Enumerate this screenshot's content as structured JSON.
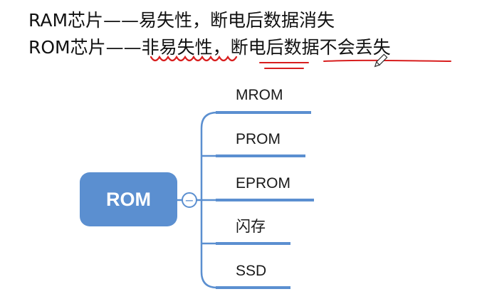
{
  "header": {
    "line1": "RAM芯片——易失性，断电后数据消失",
    "line2": "ROM芯片——非易失性，断电后数据不会丢失"
  },
  "mindmap": {
    "root": "ROM",
    "collapse_symbol": "−",
    "branches": [
      {
        "label": "MROM"
      },
      {
        "label": "PROM"
      },
      {
        "label": "EPROM"
      },
      {
        "label": "闪存"
      },
      {
        "label": "SSD"
      }
    ]
  },
  "colors": {
    "accent": "#5b8fd0",
    "annotation": "#d81e1e",
    "text": "#111111"
  }
}
